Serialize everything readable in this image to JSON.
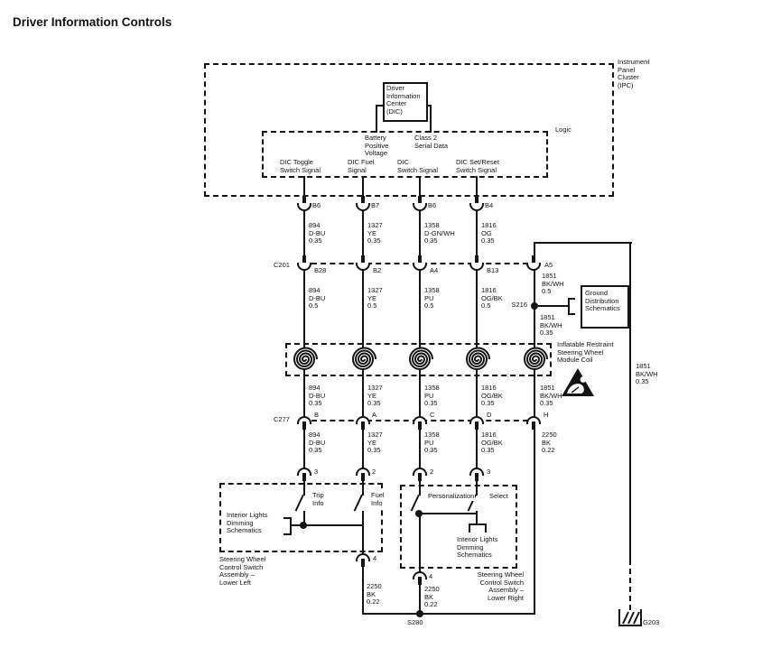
{
  "title": "Driver Information Controls",
  "ipc": {
    "label": "Instrument\nPanel\nCluster\n(IPC)",
    "dic": "Driver\nInformation\nCenter\n(DIC)",
    "logic": "Logic",
    "battery": "Battery\nPositive\nVoltage",
    "class2": "Class 2\nSerial Data",
    "signals": [
      "DIC Toggle\nSwitch Signal",
      "DIC Fuel\nSignal",
      "DIC\nSwitch Signal",
      "DIC Set/Reset\nSwitch Signal"
    ]
  },
  "row1": {
    "pins": [
      "B6",
      "B7",
      "B6",
      "B4"
    ],
    "wires": [
      "894\nD-BU\n0.35",
      "1327\nYE\n0.35",
      "1358\nD-GN/WH\n0.35",
      "1816\nOG\n0.35"
    ]
  },
  "c201": {
    "label": "C201",
    "pins": [
      "B28",
      "B2",
      "A4",
      "B13",
      "A5"
    ]
  },
  "row2": {
    "wires": [
      "894\nD-BU\n0.5",
      "1327\nYE\n0.5",
      "1358\nPU\n0.5",
      "1816\nOG/BK\n0.5"
    ],
    "wire5": "1851\nBK/WH\n0.5"
  },
  "ground_branch": {
    "splice": "S216",
    "box": "Ground\nDistribution\nSchematics",
    "wire_below": "1851\nBK/WH\n0.35",
    "far_wire": "1851\nBK/WH\n0.35",
    "ground": "G203"
  },
  "coil": {
    "label": "Inflatable Restraint\nSteering Wheel\nModule Coil"
  },
  "row3": {
    "wires": [
      "894\nD-BU\n0.35",
      "1327\nYE\n0.35",
      "1358\nPU\n0.35",
      "1816\nOG/BK\n0.35"
    ],
    "wire5": "1851\nBK/WH\n0.35"
  },
  "c277": {
    "label": "C277",
    "pins": [
      "B",
      "A",
      "C",
      "D",
      "H"
    ]
  },
  "row4": {
    "wires": [
      "894\nD-BU\n0.35",
      "1327\nYE\n0.35",
      "1358\nPU\n0.35",
      "1816\nOG/BK\n0.35"
    ],
    "wire5": "2250\nBK\n0.22"
  },
  "switch_pins": [
    "3",
    "2",
    "2",
    "3"
  ],
  "left_box": {
    "switch1": "Trip\nInfo",
    "switch2": "Fuel\nInfo",
    "dimming": "Interior Lights\nDimming\nSchematics",
    "assembly": "Steering Wheel\nControl Switch\nAssembly –\nLower Left",
    "pin": "4",
    "wire": "2250\nBK\n0.22"
  },
  "right_box": {
    "switch1": "Personalization",
    "switch2": "Select",
    "dimming": "Interior Lights\nDimming\nSchematics",
    "assembly": "Steering Wheel\nControl Switch\nAssembly –\nLower Right",
    "pin": "4",
    "wire": "2250\nBK\n0.22"
  },
  "bottom": {
    "splice": "S280"
  }
}
